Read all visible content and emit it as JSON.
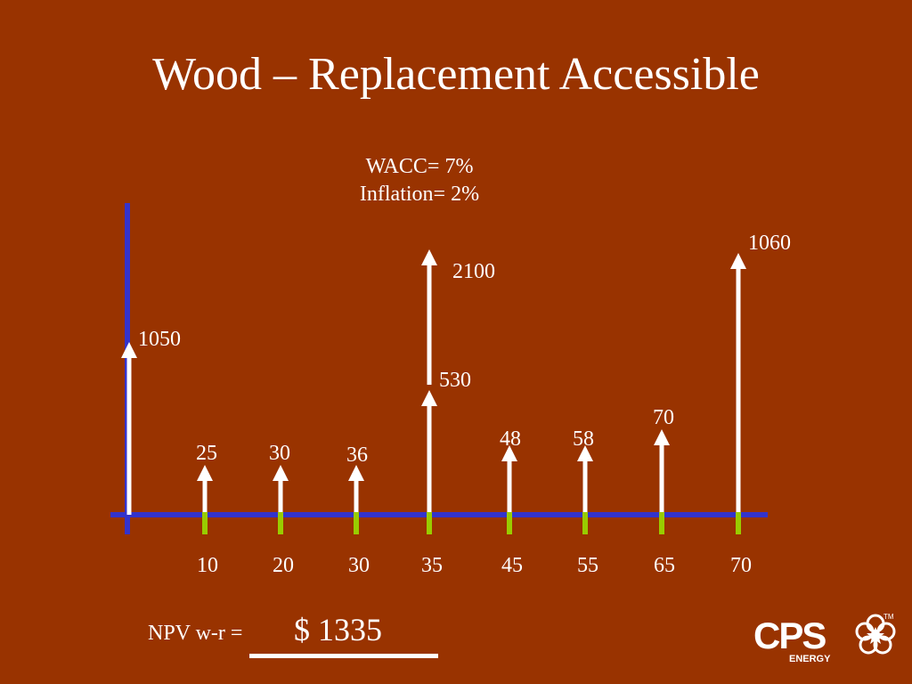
{
  "slide": {
    "title": "Wood – Replacement Accessible"
  },
  "assumptions": {
    "wacc": "WACC= 7%",
    "inflation": "Inflation= 2%"
  },
  "colors": {
    "background": "#993300",
    "axis": "#3333cc",
    "tick": "#99cc00",
    "arrow": "#ffffff"
  },
  "cash_flows": [
    {
      "year": null,
      "value": 1050
    },
    {
      "year": 10,
      "value": 25
    },
    {
      "year": 20,
      "value": 30
    },
    {
      "year": 30,
      "value": 36
    },
    {
      "year": 35,
      "value": 530,
      "replacement_value": 2100
    },
    {
      "year": 45,
      "value": 48
    },
    {
      "year": 55,
      "value": 58
    },
    {
      "year": 65,
      "value": 70
    },
    {
      "year": 70,
      "value": 1060
    }
  ],
  "npv": {
    "label": "NPV w-r =",
    "value": "$ 1335"
  },
  "logo": {
    "text": "CPS",
    "subtext": "ENERGY",
    "tm": "TM",
    "icon": "star-flower-icon"
  }
}
